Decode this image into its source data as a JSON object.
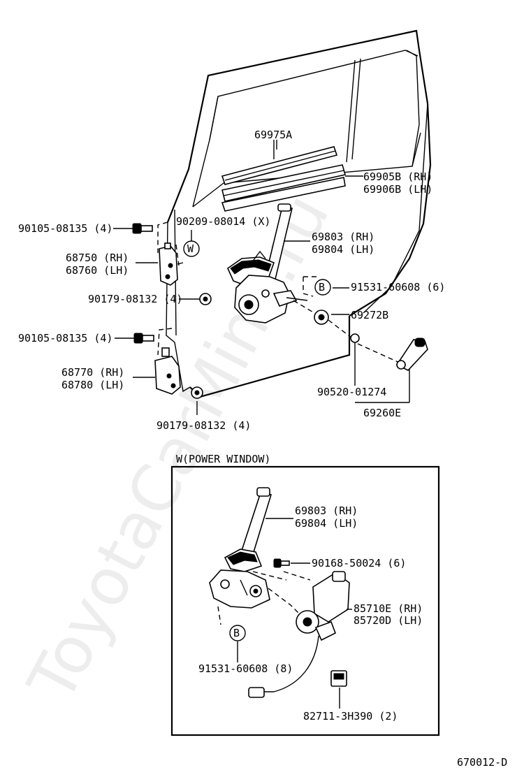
{
  "watermark": "ToyotaCarMine.ru",
  "diagram_code": "670012-D",
  "upper": {
    "glass_channel": "69975A",
    "run_rh": "69905B (RH)",
    "run_lh": "69906B (LH)",
    "bolt_90209": "90209-08014 (X)",
    "w_marker": "W",
    "regulator_rh": "69803 (RH)",
    "regulator_lh": "69804 (LH)",
    "b_marker": "B",
    "screw_91531": "91531-60608 (6)",
    "washer": "69272B",
    "bolt_top": "90105-08135 (4)",
    "hinge_upper_rh": "68750 (RH)",
    "hinge_upper_lh": "68760 (LH)",
    "nut_upper": "90179-08132 (4)",
    "bolt_lower": "90105-08135 (4)",
    "hinge_lower_rh": "68770 (RH)",
    "hinge_lower_lh": "68780 (LH)",
    "nut_lower": "90179-08132 (4)",
    "snap_ring": "90520-01274",
    "handle": "69260E"
  },
  "power_window": {
    "title": "W(POWER WINDOW)",
    "regulator_rh": "69803 (RH)",
    "regulator_lh": "69804 (LH)",
    "screw_90168": "90168-50024 (6)",
    "motor_rh": "85710E (RH)",
    "motor_lh": "85720D (LH)",
    "b_marker": "B",
    "screw_91531": "91531-60608 (8)",
    "connector": "82711-3H390 (2)"
  }
}
